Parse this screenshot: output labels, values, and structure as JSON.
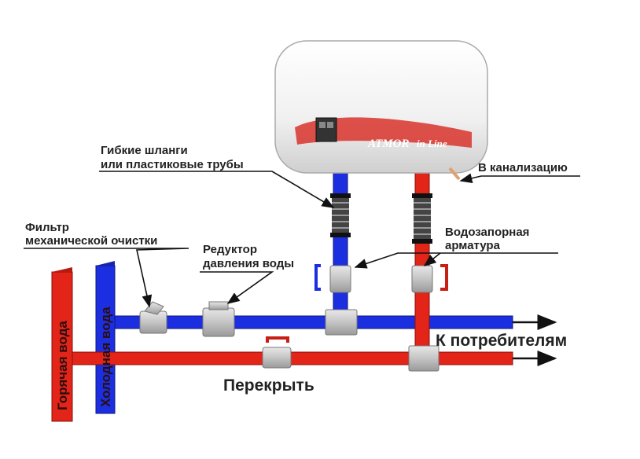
{
  "labels": {
    "hoses_line1": "Гибкие шланги",
    "hoses_line2": "или пластиковые трубы",
    "drain": "В канализацию",
    "filter_line1": "Фильтр",
    "filter_line2": "механической очистки",
    "reducer_line1": "Редуктор",
    "reducer_line2": "давления воды",
    "valves_line1": "Водозапорная",
    "valves_line2": "арматура",
    "to_consumers": "К потребителям",
    "shutoff": "Перекрыть",
    "hot_water": "Горячая вода",
    "cold_water": "Холодная вода"
  },
  "heater": {
    "brand": "ATMOR",
    "model": "in Line"
  },
  "colors": {
    "hot": "#e32419",
    "cold": "#1c2fe0",
    "fitting": "#c9c9c9",
    "heater_body": "#f2f2f2",
    "accent_stripe": "#d9322b"
  }
}
